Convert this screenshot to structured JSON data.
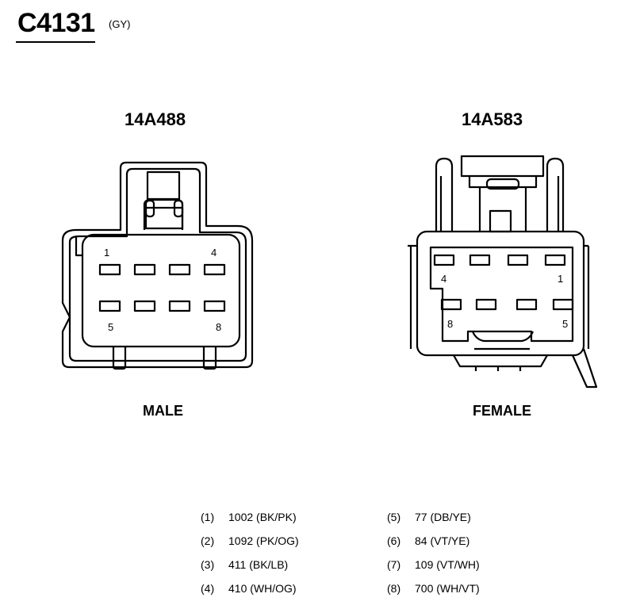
{
  "connector_id": "C4131",
  "color_code": "(GY)",
  "male": {
    "part_number": "14A488",
    "label": "MALE",
    "pins": {
      "top_left": "1",
      "top_right": "4",
      "bottom_left": "5",
      "bottom_right": "8"
    }
  },
  "female": {
    "part_number": "14A583",
    "label": "FEMALE",
    "pins": {
      "top_left": "4",
      "top_right": "1",
      "bottom_left": "8",
      "bottom_right": "5"
    }
  },
  "circuits": [
    {
      "pin": "(1)",
      "circuit": "1002 (BK/PK)"
    },
    {
      "pin": "(2)",
      "circuit": "1092 (PK/OG)"
    },
    {
      "pin": "(3)",
      "circuit": "411 (BK/LB)"
    },
    {
      "pin": "(4)",
      "circuit": "410 (WH/OG)"
    },
    {
      "pin": "(5)",
      "circuit": "77 (DB/YE)"
    },
    {
      "pin": "(6)",
      "circuit": "84 (VT/YE)"
    },
    {
      "pin": "(7)",
      "circuit": "109 (VT/WH)"
    },
    {
      "pin": "(8)",
      "circuit": "700 (WH/VT)"
    }
  ]
}
